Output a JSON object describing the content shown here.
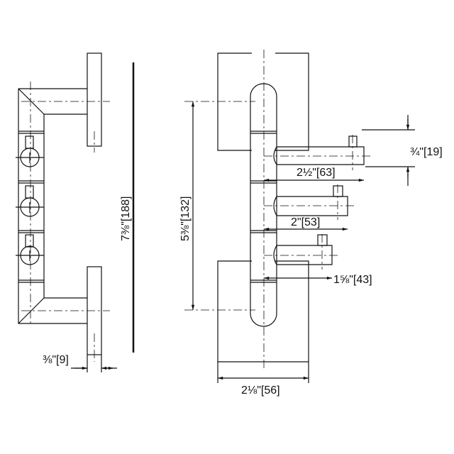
{
  "dimensions": {
    "overall_height": "7⅜\"[188]",
    "flange_depth": "⅜\"[9]",
    "body_height": "5⅜\"[132]",
    "spout_top_offset": "¾\"[19]",
    "spout_1_reach": "2½\"[63]",
    "spout_2_reach": "2\"[53]",
    "spout_3_reach": "1⅝\"[43]",
    "plate_width": "2⅛\"[56]"
  },
  "colors": {
    "line": "#111111",
    "background": "#ffffff"
  }
}
